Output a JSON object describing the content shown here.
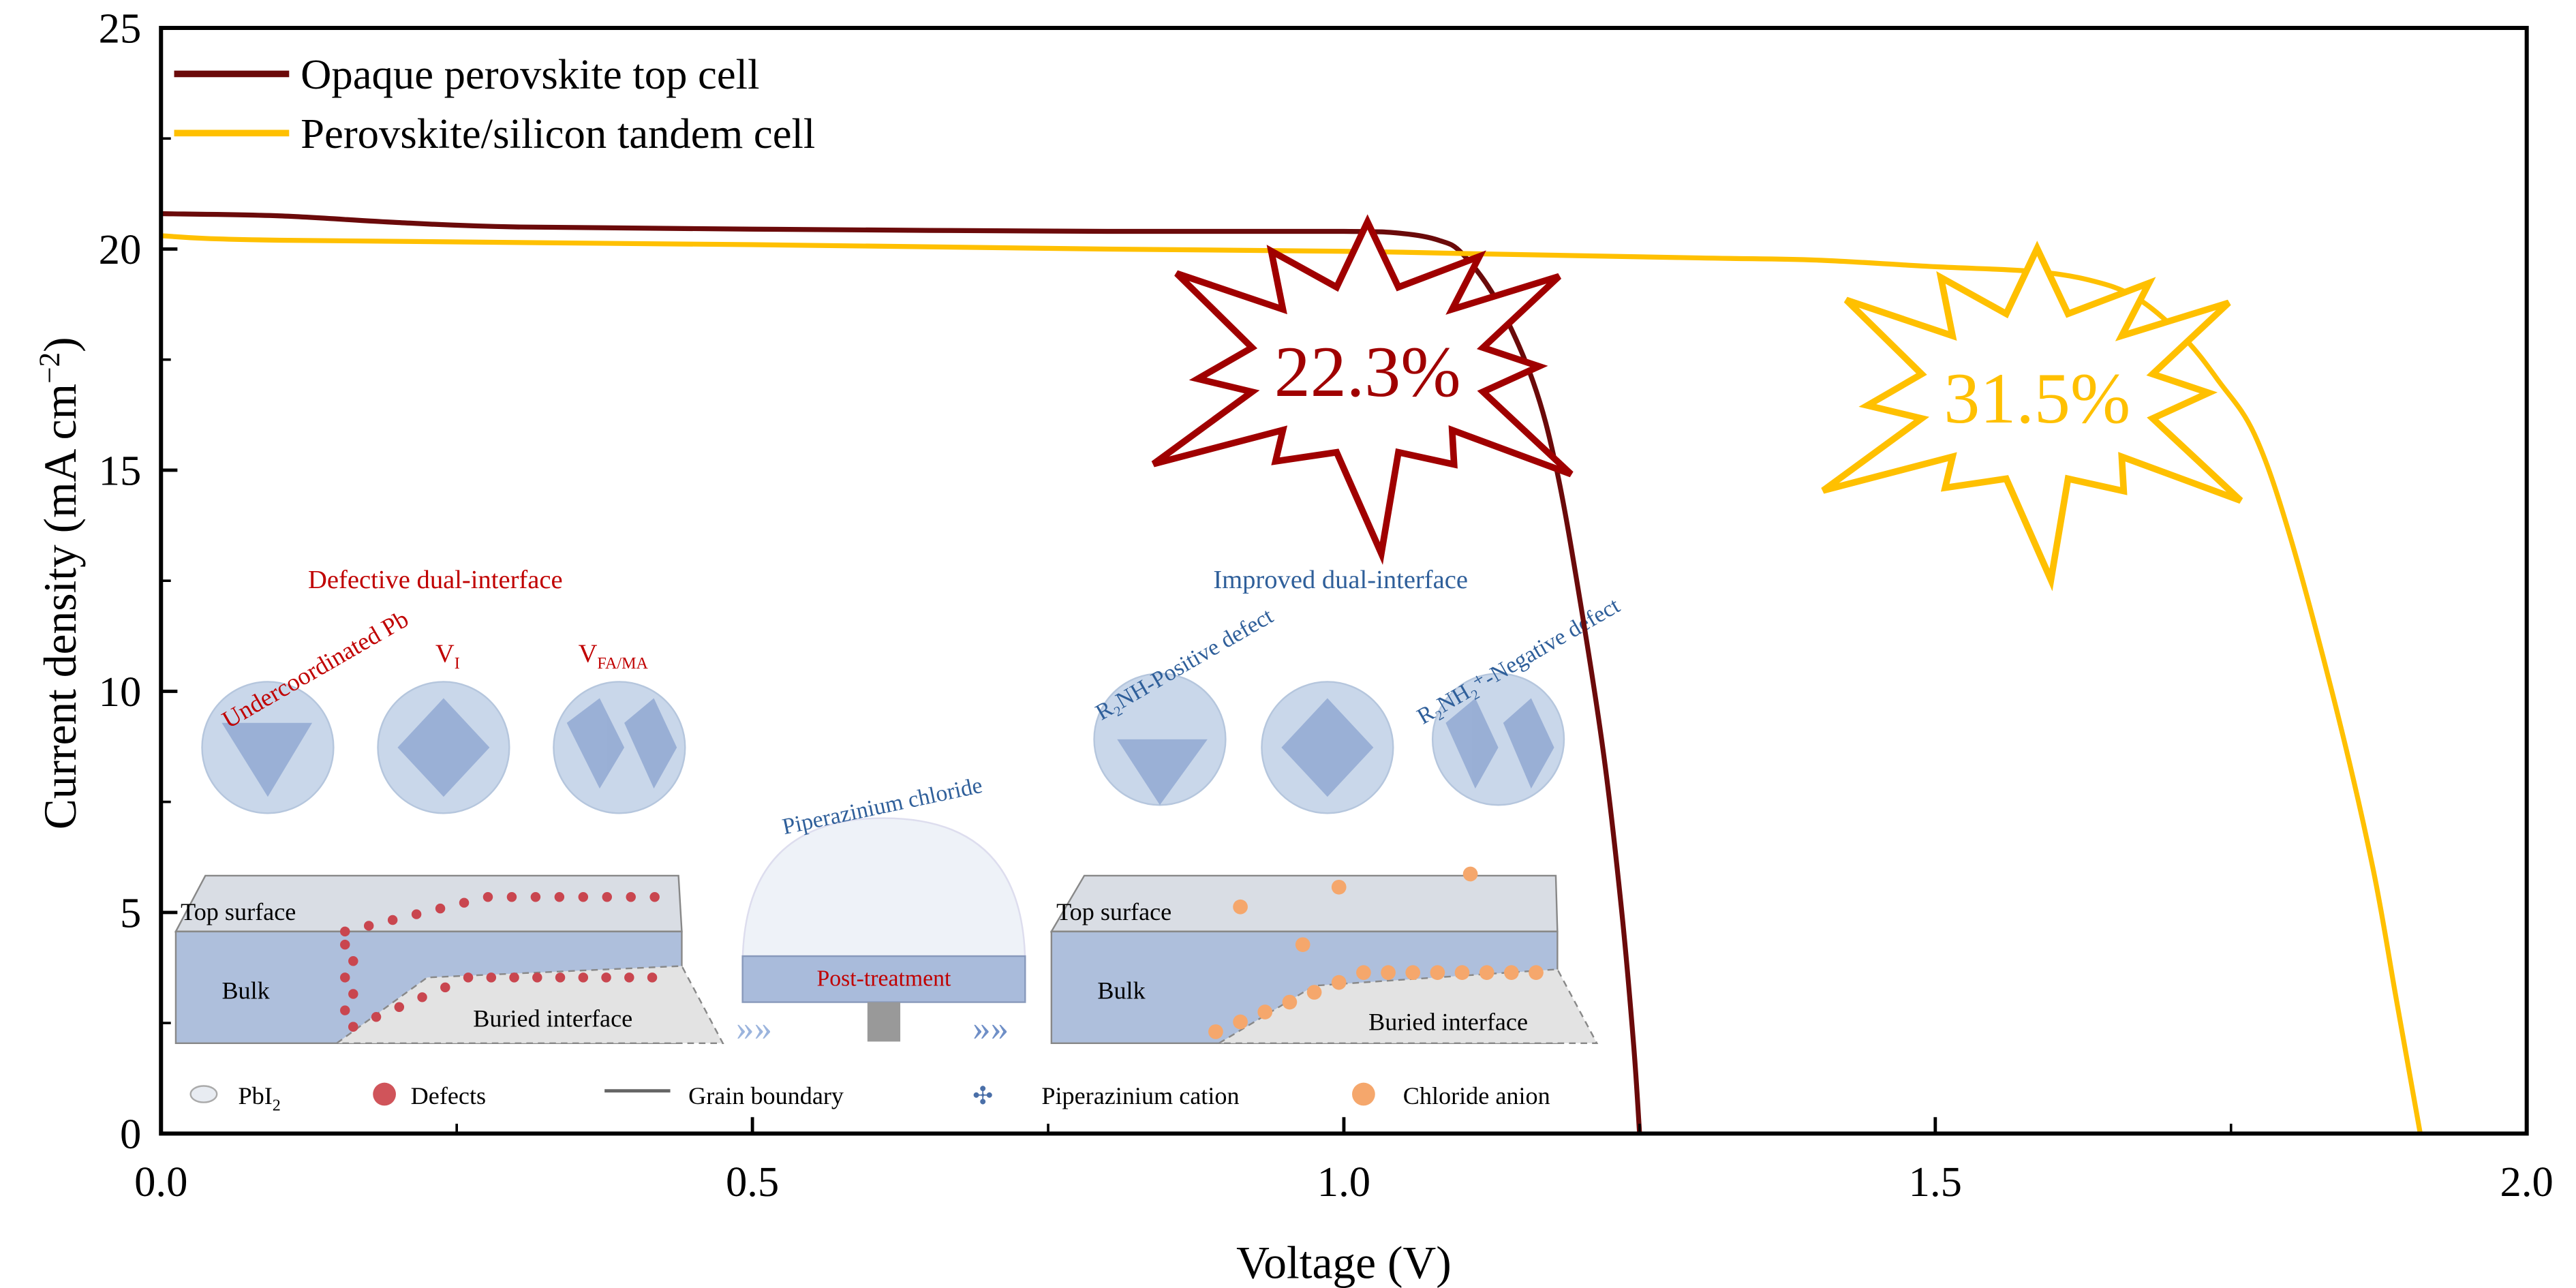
{
  "chart_data": {
    "type": "line",
    "xlabel": "Voltage (V)",
    "ylabel": "Current density (mA cm",
    "ylabel_sup": "−2",
    "ylabel_close": ")",
    "xlim": [
      0,
      2.0
    ],
    "ylim": [
      0,
      25
    ],
    "xticks": [
      "0.0",
      "0.5",
      "1.0",
      "1.5",
      "2.0"
    ],
    "xtick_values": [
      0,
      0.5,
      1.0,
      1.5,
      2.0
    ],
    "yticks": [
      "0",
      "5",
      "10",
      "15",
      "20",
      "25"
    ],
    "ytick_values": [
      0,
      5,
      10,
      15,
      20,
      25
    ],
    "grid": false,
    "legend_position": "top-left",
    "series": [
      {
        "name": "Opaque perovskite top cell",
        "color": "#6b0a0a",
        "x": [
          0,
          0.1,
          0.2,
          0.3,
          0.5,
          0.8,
          1.0,
          1.05,
          1.08,
          1.1,
          1.13,
          1.16,
          1.18,
          1.2,
          1.22,
          1.235,
          1.245,
          1.25
        ],
        "y": [
          20.8,
          20.75,
          20.6,
          20.5,
          20.45,
          20.4,
          20.4,
          20.35,
          20.2,
          19.9,
          18.8,
          17.0,
          15.0,
          12.0,
          8.5,
          5.0,
          2.0,
          0
        ]
      },
      {
        "name": "Perovskite/silicon tandem cell",
        "color": "#ffc000",
        "x": [
          0,
          0.1,
          0.5,
          0.8,
          1.0,
          1.1,
          1.3,
          1.4,
          1.5,
          1.58,
          1.63,
          1.67,
          1.71,
          1.74,
          1.77,
          1.8,
          1.84,
          1.87,
          1.89,
          1.91
        ],
        "y": [
          20.3,
          20.2,
          20.1,
          20.0,
          19.95,
          19.9,
          19.8,
          19.75,
          19.6,
          19.5,
          19.3,
          18.9,
          18.0,
          17.0,
          15.8,
          13.5,
          9.5,
          6.0,
          3.0,
          0
        ]
      }
    ],
    "annotations": [
      {
        "text": "22.3%",
        "color": "#a00000",
        "x": 1.02,
        "y": 16.9
      },
      {
        "text": "31.5%",
        "color": "#ffc000",
        "x": 1.6,
        "y": 16.3
      }
    ]
  },
  "inset": {
    "defective_title": "Defective dual-interface",
    "improved_title": "Improved dual-interface",
    "undercoordinated": "Undercoordinated Pb",
    "vi": "V",
    "vi_sub": "I",
    "vfama": "V",
    "vfama_sub": "FA/MA",
    "top_surface": "Top surface",
    "bulk": "Bulk",
    "buried": "Buried interface",
    "pz_chloride": "Piperazinium chloride",
    "post_treatment": "Post-treatment",
    "positive_defect": "R₂NH-Positive defect",
    "negative_defect": "R₂NH₂⁺-Negative defect",
    "legend": {
      "pbi2": "PbI",
      "pbi2_sub": "2",
      "defects": "Defects",
      "grain": "Grain boundary",
      "cation": "Piperazinium cation",
      "anion": "Chloride anion"
    }
  }
}
